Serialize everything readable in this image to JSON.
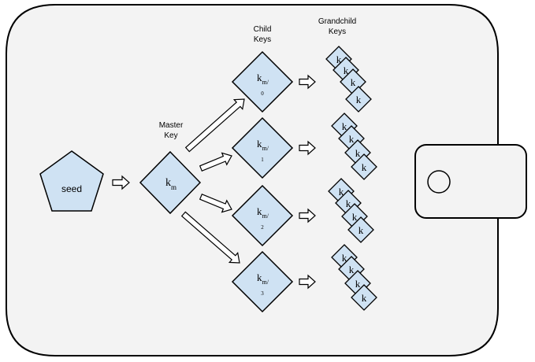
{
  "labels": {
    "seed": "seed",
    "master_line1": "Master",
    "master_line2": "Key",
    "child_line1": "Child",
    "child_line2": "Keys",
    "grandchild_line1": "Grandchild",
    "grandchild_line2": "Keys"
  },
  "master_key": {
    "base": "k",
    "sub": "m"
  },
  "child_keys": [
    {
      "base": "k",
      "sub": "m/",
      "index": "0"
    },
    {
      "base": "k",
      "sub": "m/",
      "index": "1"
    },
    {
      "base": "k",
      "sub": "m/",
      "index": "2"
    },
    {
      "base": "k",
      "sub": "m/",
      "index": "3"
    }
  ],
  "grandchild_key_label": "k",
  "colors": {
    "node_fill": "#cfe2f3",
    "wallet_fill": "#f3f3f3",
    "stroke": "#000000"
  }
}
